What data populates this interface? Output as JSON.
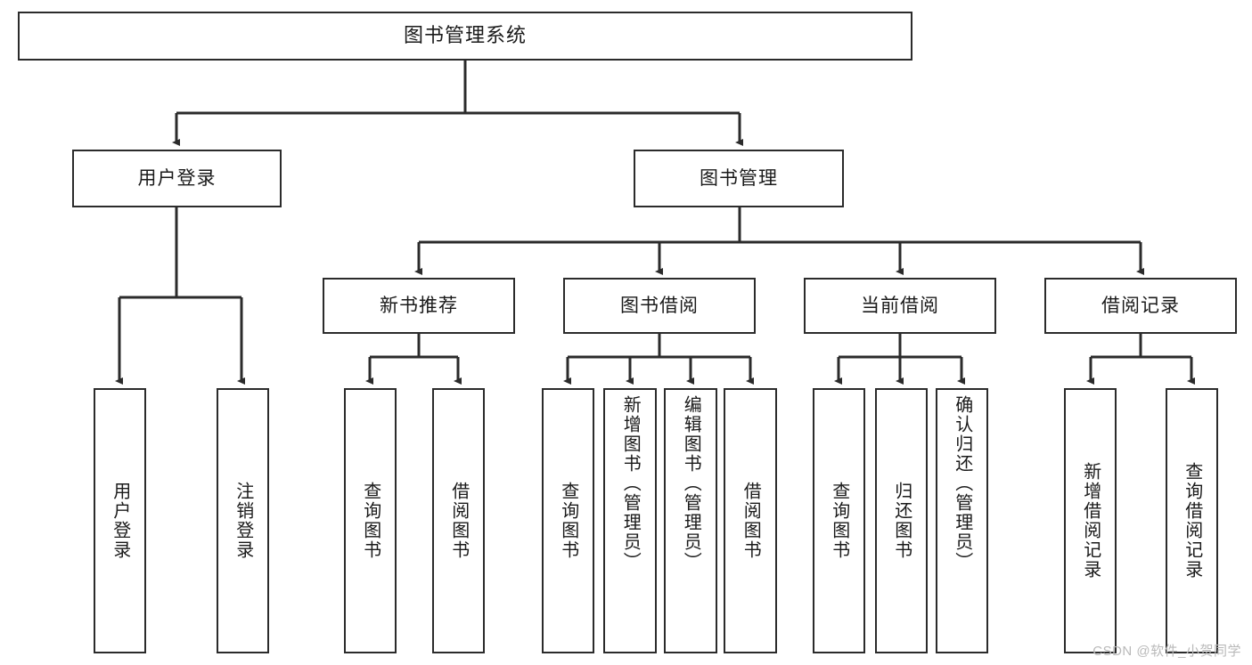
{
  "diagram": {
    "title": "图书管理系统",
    "type": "tree-hierarchy-chart",
    "orientation": "top-down",
    "box_border_color": "#2b2b2b",
    "box_fill_color": "#ffffff",
    "edge_color": "#2b2b2b",
    "background_color": "#ffffff"
  },
  "watermark": {
    "text": "CSDN @软件_小贺同学",
    "color": "#b9b9b9"
  },
  "nodes": {
    "root": {
      "label": "图书管理系统"
    },
    "level2": [
      {
        "id": "user-login",
        "label": "用户登录"
      },
      {
        "id": "book-manage",
        "label": "图书管理"
      }
    ],
    "level3": [
      {
        "id": "new-book-recommend",
        "label": "新书推荐"
      },
      {
        "id": "book-borrow",
        "label": "图书借阅"
      },
      {
        "id": "current-borrow",
        "label": "当前借阅"
      },
      {
        "id": "borrow-record",
        "label": "借阅记录"
      }
    ],
    "leaves": {
      "user-login": [
        {
          "id": "leaf-user-login",
          "label": "用户登录"
        },
        {
          "id": "leaf-logout-login",
          "label": "注销登录"
        }
      ],
      "new-book-recommend": [
        {
          "id": "leaf-query-book-1",
          "label": "查询图书"
        },
        {
          "id": "leaf-borrow-book-1",
          "label": "借阅图书"
        }
      ],
      "book-borrow": [
        {
          "id": "leaf-query-book-2",
          "label": "查询图书"
        },
        {
          "id": "leaf-add-book",
          "label": "新增图书（管理员）"
        },
        {
          "id": "leaf-edit-book",
          "label": "编辑图书（管理员）"
        },
        {
          "id": "leaf-borrow-book-2",
          "label": "借阅图书"
        }
      ],
      "current-borrow": [
        {
          "id": "leaf-query-book-3",
          "label": "查询图书"
        },
        {
          "id": "leaf-return-book",
          "label": "归还图书"
        },
        {
          "id": "leaf-confirm-return",
          "label": "确认归还（管理员）"
        }
      ],
      "borrow-record": [
        {
          "id": "leaf-add-record",
          "label": "新增借阅记录"
        },
        {
          "id": "leaf-query-record",
          "label": "查询借阅记录"
        }
      ]
    }
  }
}
